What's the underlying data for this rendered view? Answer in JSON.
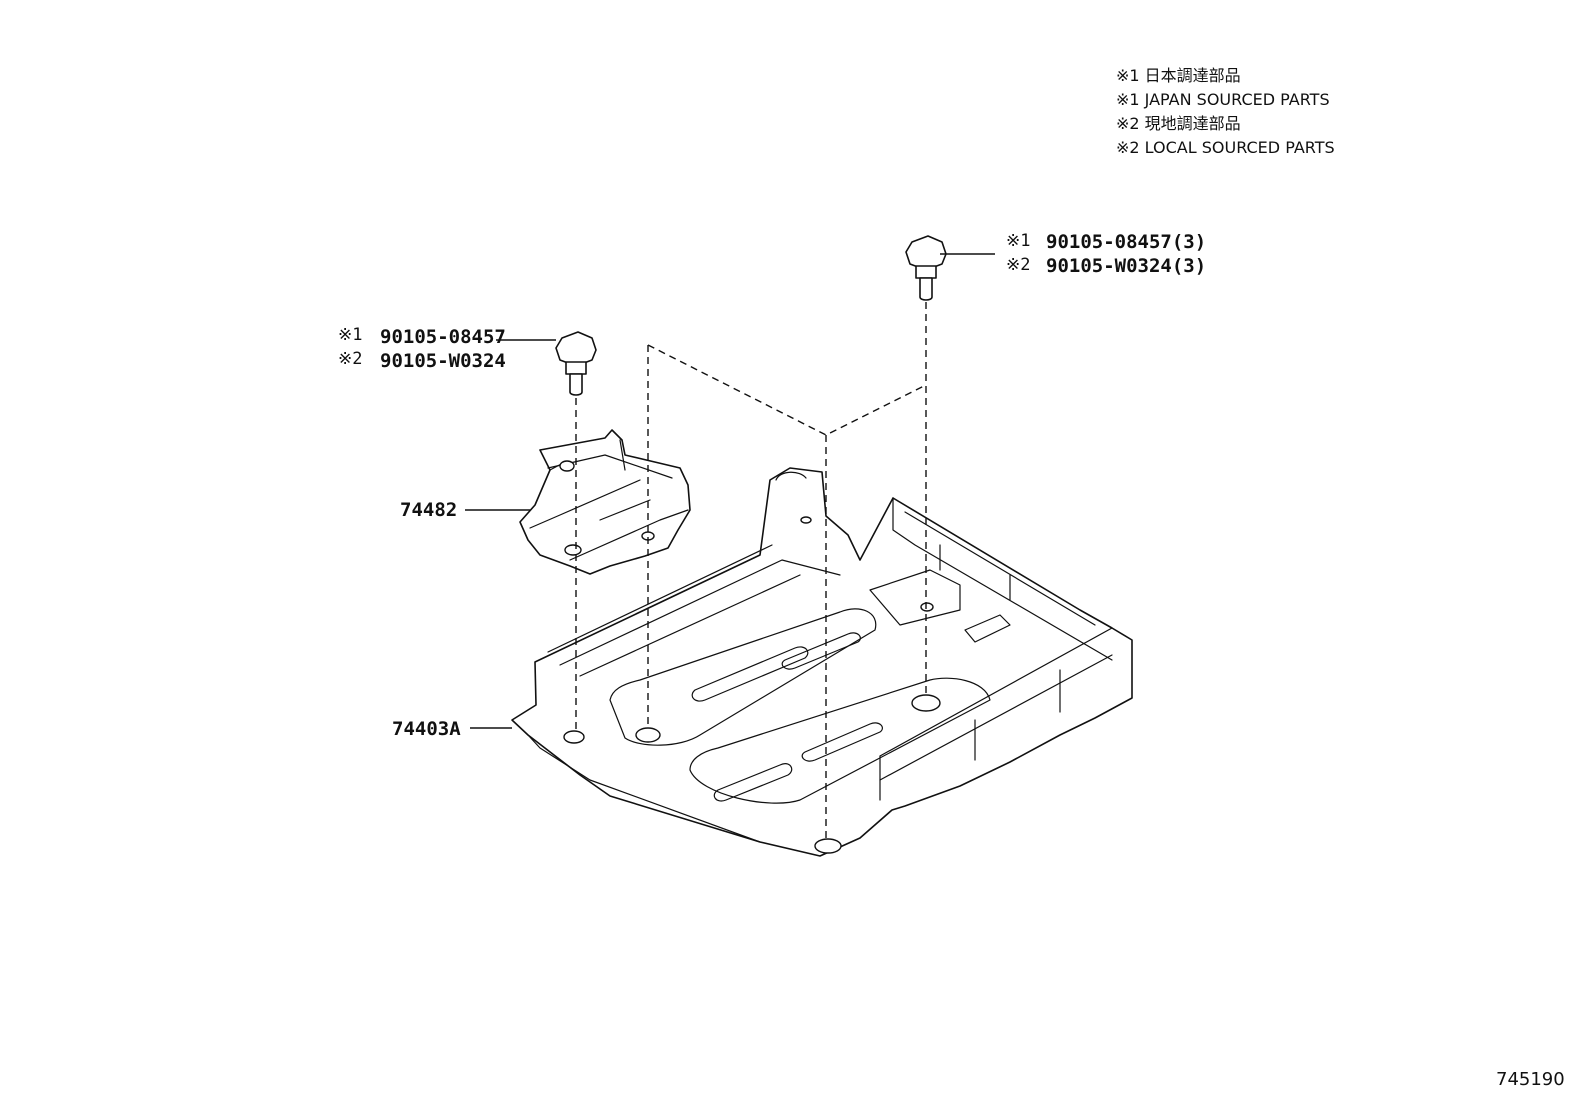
{
  "legend": {
    "line1": "※1 日本調達部品",
    "line2": "※1 JAPAN SOURCED PARTS",
    "line3": "※2 現地調達部品",
    "line4": "※2 LOCAL SOURCED PARTS"
  },
  "callouts": {
    "bolt_right": {
      "mark1": "※1",
      "part1": "90105-08457(3)",
      "mark2": "※2",
      "part2": "90105-W0324(3)"
    },
    "bolt_left": {
      "mark1": "※1",
      "part1": "90105-08457",
      "mark2": "※2",
      "part2": "90105-W0324"
    },
    "bracket": "74482",
    "cover": "74403A"
  },
  "illustration_id": "745190"
}
